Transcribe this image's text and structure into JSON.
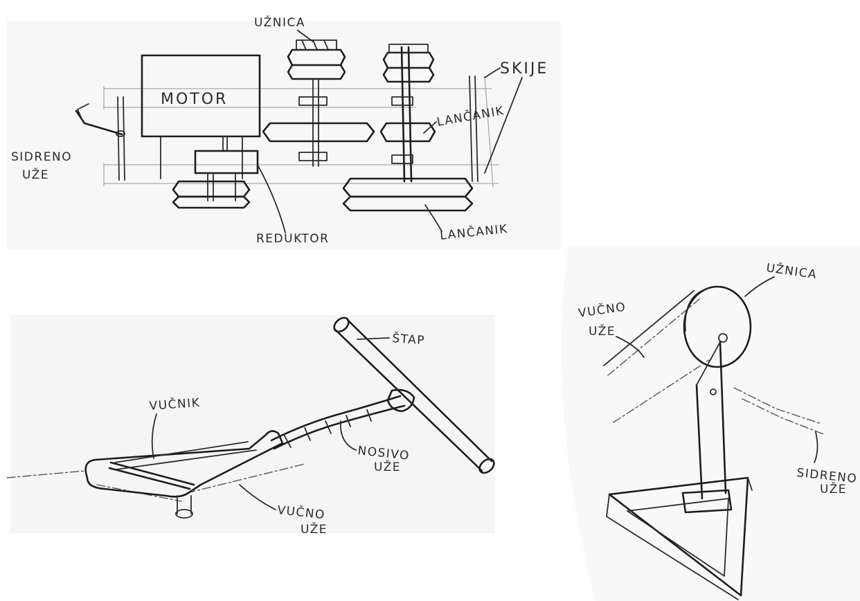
{
  "labels": {
    "uznica_top": "UŽNICA",
    "skije": "SKIJE",
    "motor": "MOTOR",
    "lancanik_small": "LANČANIK",
    "sidreno_uze_1a": "SIDRENO",
    "sidreno_uze_1b": "UŽE",
    "reduktor": "REDUKTOR",
    "lancanik_big": "LANČANIK",
    "uznica_right": "UŽNICA",
    "vucno_uze_1a": "VUČNO",
    "vucno_uze_1b": "UŽE",
    "stap": "ŠTAP",
    "vucnik": "VUČNIK",
    "nosivo_uze_a": "NOSIVO",
    "nosivo_uze_b": "UŽE",
    "vucno_uze_2a": "VUČNO",
    "vucno_uze_2b": "UŽE",
    "sidreno_uze_2a": "SIDRENO",
    "sidreno_uze_2b": "UŽE"
  },
  "colors": {
    "ink": "#2b2b2b",
    "paper": "#ffffff",
    "pencil_faint": "#a8a8a8"
  }
}
